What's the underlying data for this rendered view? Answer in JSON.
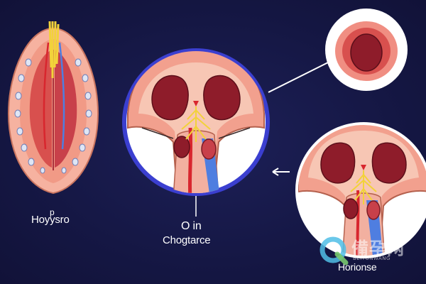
{
  "labels": {
    "left_top": "p",
    "left": "Hoyysro",
    "center_top": "O in",
    "center": "Chogtarce",
    "right": "Horionse"
  },
  "watermark": {
    "icon": "q-logo-icon",
    "text": "備孕网",
    "subtext": "BEIYUNWANG"
  },
  "colors": {
    "background": "#16184a",
    "ring_blue": "#3b3fd0",
    "tissue_pink": "#f2a08e",
    "tissue_dark_red": "#8e1c2a",
    "nerve_yellow": "#f2d23a",
    "vessel_blue": "#4f7ee0",
    "vessel_red": "#d8262e"
  }
}
